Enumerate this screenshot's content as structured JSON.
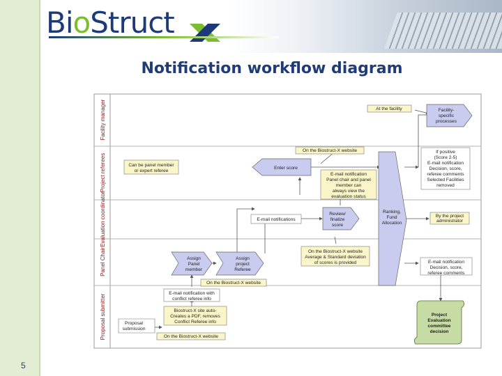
{
  "header": {
    "logo_prefix": "Bi",
    "logo_o": "o",
    "logo_suffix": "Struct",
    "title": "Notification workflow diagram"
  },
  "page_number": "5",
  "colors": {
    "lane_label": "#8b1a1a",
    "shape_fill": "#c9cbef",
    "note_fill": "#fbf6c9",
    "arrow": "#555555",
    "scroll_fill": "#c6dca4"
  },
  "lanes": [
    "Facility manager",
    "Project referees",
    "Evaluation coordinator",
    "Panel Chair",
    "Proposal submitter"
  ],
  "nodes": {
    "at_facility": "At the facility",
    "facility_processes": [
      "Facility-",
      "specific",
      "processes"
    ],
    "on_website_1": "On the Biostruct-X website",
    "panel_member_note": [
      "Can be panel member",
      "or expert referee"
    ],
    "enter_score": "Enter score",
    "email_notify_panel": [
      "E-mail notification",
      "Panel chair and panel",
      "member can",
      "always view the",
      "evaluation status"
    ],
    "if_positive": [
      "If positive",
      "(Score 2-5)",
      "E-mail notification",
      "Decision, score,",
      "referee comments",
      "Selected Facilities",
      "removed"
    ],
    "ranking": [
      "Ranking,",
      "Fund",
      "Allocation"
    ],
    "by_project_admin": [
      "By the project",
      "administrator"
    ],
    "email_notifications": "E-mail notifications",
    "review_finalize": [
      "Review/",
      "finalize",
      "score"
    ],
    "on_website_avg": [
      "On the Biostruct-X website",
      "Average & Standard deviation",
      "of scores is provided"
    ],
    "assign_panel": [
      "Assign",
      "Panel",
      "member"
    ],
    "assign_referee": [
      "Assign",
      "project",
      "Referee"
    ],
    "email_decision": [
      "E-mail notification",
      "Decision, score,",
      "referee comments"
    ],
    "on_website_2": "On the Biostruct-X website",
    "email_conflict": [
      "E-mail notification with",
      "conflict referee info"
    ],
    "pdf_note": [
      "Biostruct-X site auto-",
      "Creates a PDF, removes",
      "Conflict Referee info"
    ],
    "proposal_submission": [
      "Proposal",
      "submission"
    ],
    "on_website_3": "On the Biostruct-X website",
    "project_evaluation": [
      "Project",
      "Evaluation",
      "committee",
      "decision"
    ]
  }
}
